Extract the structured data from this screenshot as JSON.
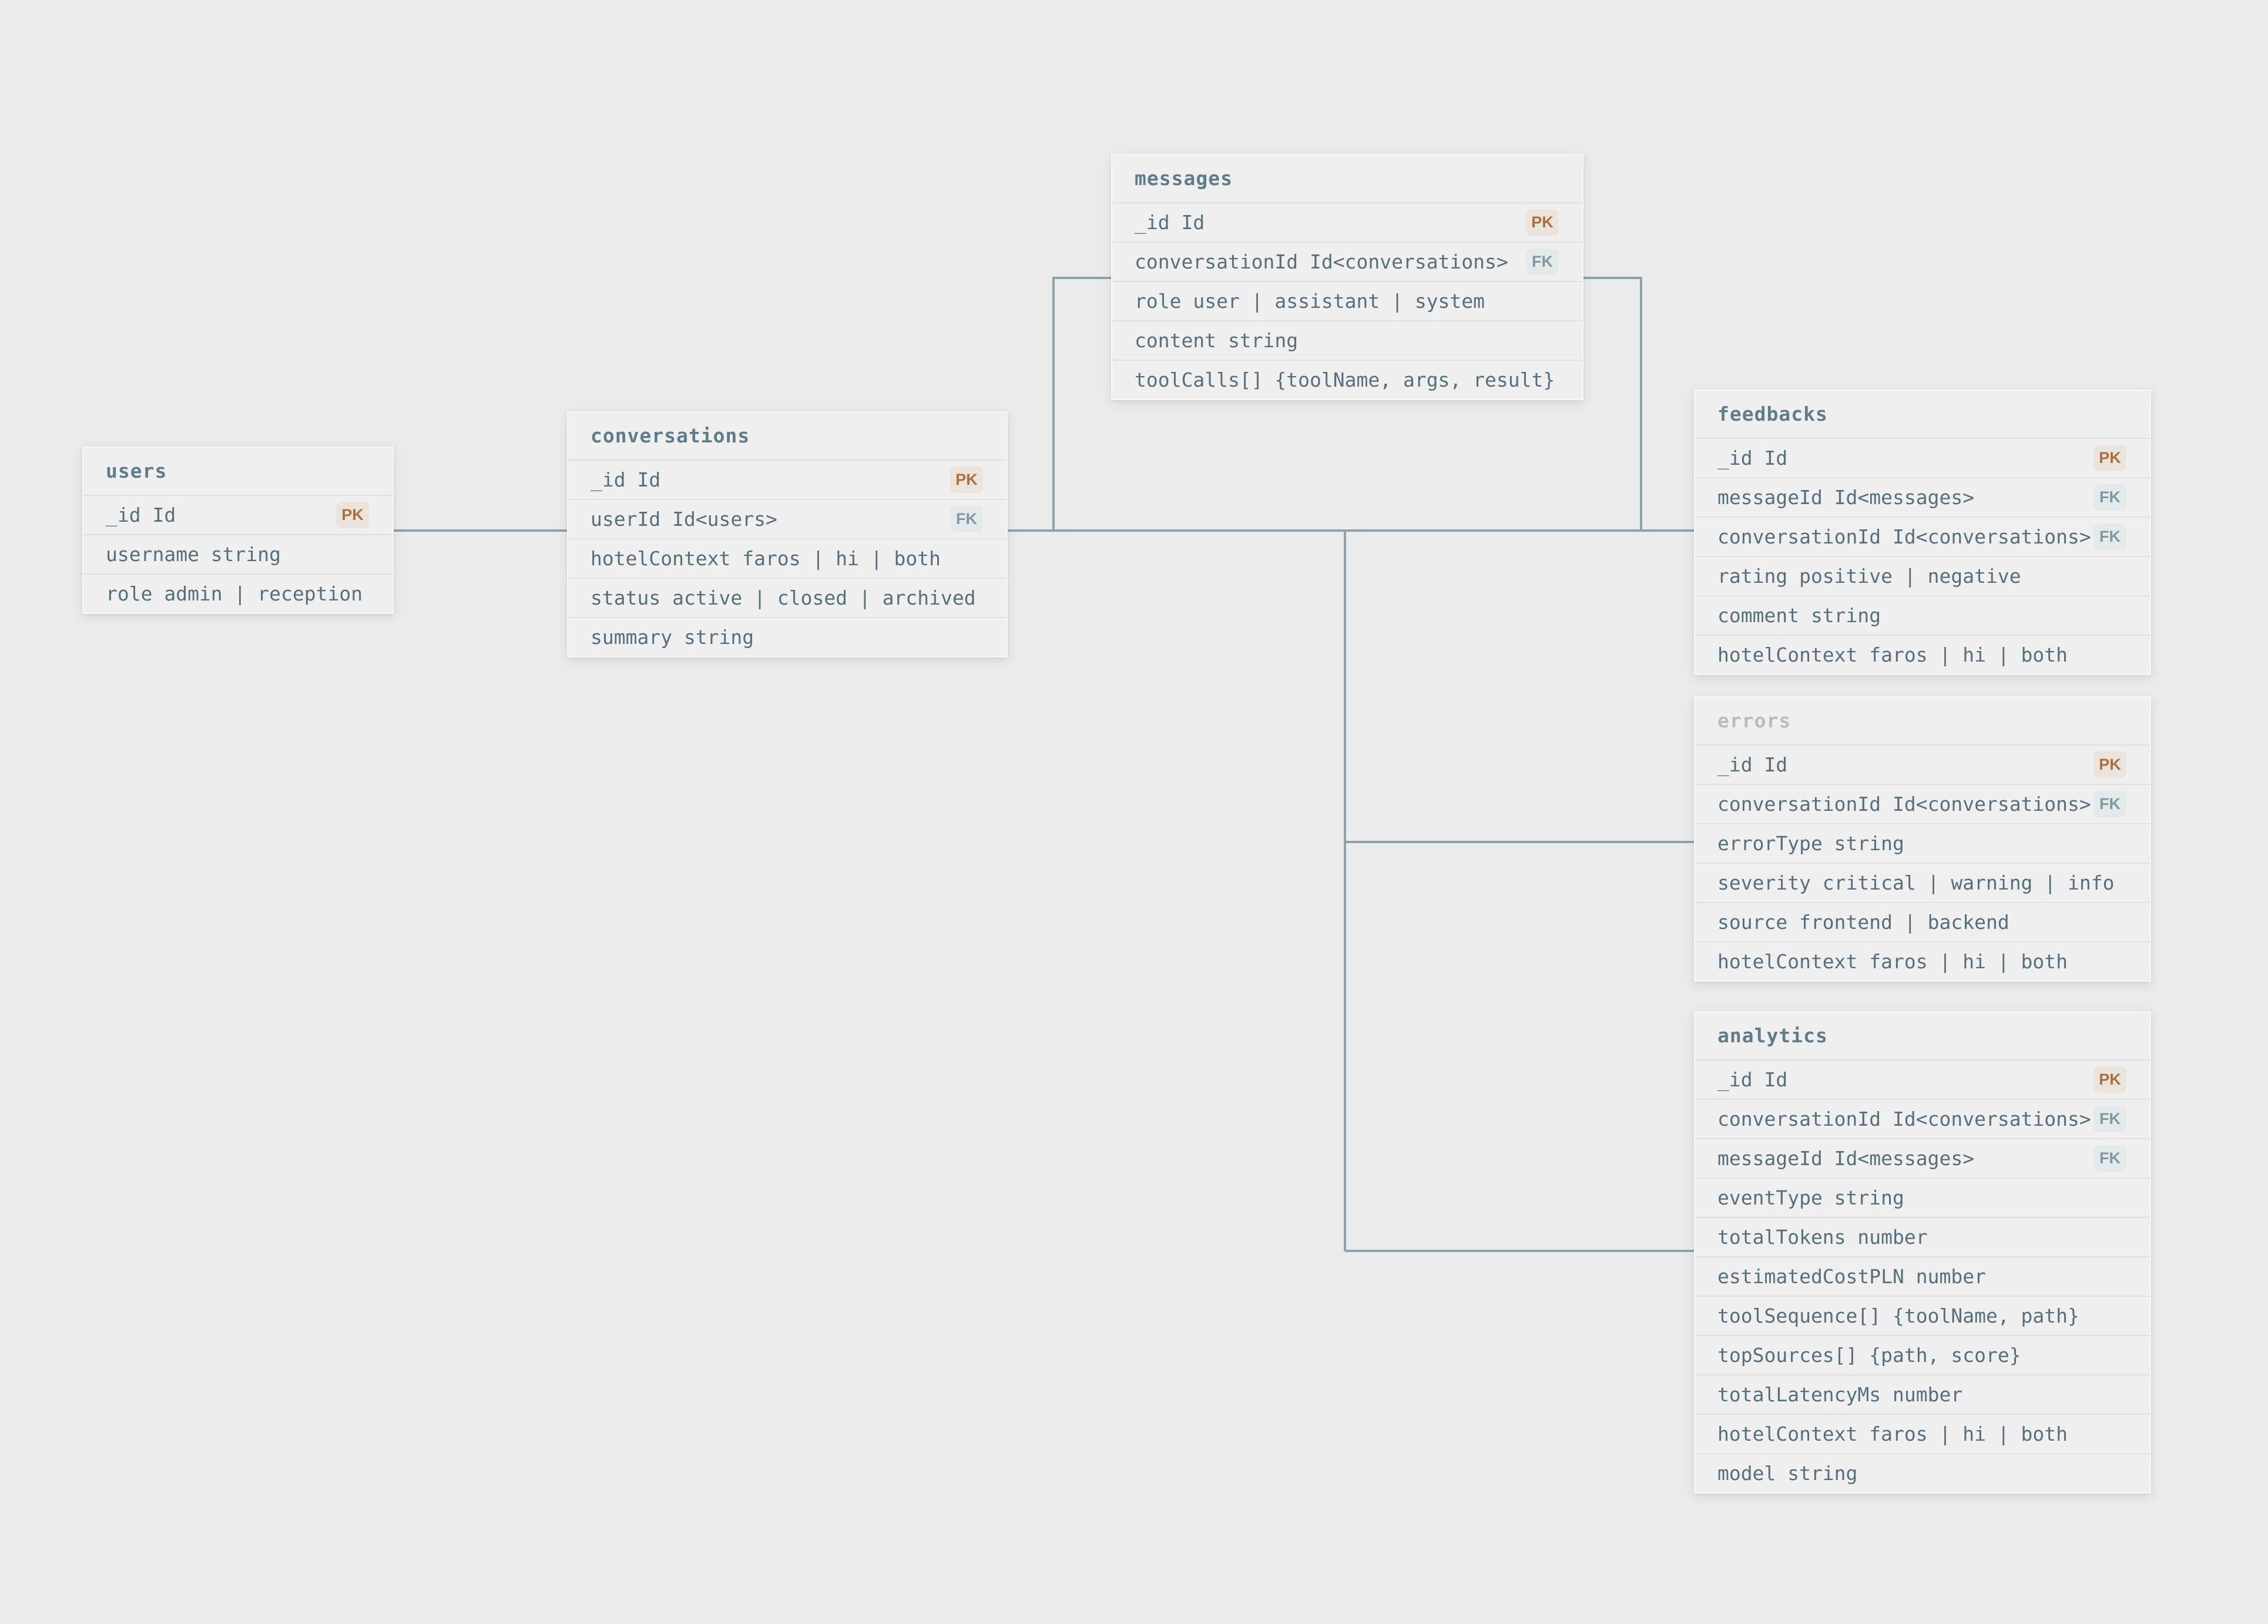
{
  "badges": {
    "pk_label": "PK",
    "fk_label": "FK"
  },
  "colors": {
    "background": "#ebebeb",
    "card": "#efefef",
    "title": "#5e7d89",
    "title_muted": "#b8bcbe",
    "field": "#56707b",
    "pk_text": "#a9713f",
    "pk_bg": "#eae4dd",
    "fk_text": "#7f99a2",
    "fk_bg": "#e4e9e9",
    "wire": "#8da2aa"
  },
  "tables": [
    {
      "title": "users",
      "fields": [
        {
          "text": "_id Id",
          "key": "PK"
        },
        {
          "text": "username string"
        },
        {
          "text": "role admin | reception"
        }
      ]
    },
    {
      "title": "conversations",
      "fields": [
        {
          "text": "_id Id",
          "key": "PK"
        },
        {
          "text": "userId Id<users>",
          "key": "FK"
        },
        {
          "text": "hotelContext faros | hi | both"
        },
        {
          "text": "status active | closed | archived"
        },
        {
          "text": "summary string"
        }
      ]
    },
    {
      "title": "messages",
      "fields": [
        {
          "text": "_id Id",
          "key": "PK"
        },
        {
          "text": "conversationId Id<conversations>",
          "key": "FK"
        },
        {
          "text": "role user | assistant | system"
        },
        {
          "text": "content string"
        },
        {
          "text": "toolCalls[] {toolName, args, result}"
        }
      ]
    },
    {
      "title": "feedbacks",
      "fields": [
        {
          "text": "_id Id",
          "key": "PK"
        },
        {
          "text": "messageId Id<messages>",
          "key": "FK"
        },
        {
          "text": "conversationId Id<conversations>",
          "key": "FK"
        },
        {
          "text": "rating positive | negative"
        },
        {
          "text": "comment string"
        },
        {
          "text": "hotelContext faros | hi | both"
        }
      ]
    },
    {
      "title": "errors",
      "fields": [
        {
          "text": "_id Id",
          "key": "PK"
        },
        {
          "text": "conversationId Id<conversations>",
          "key": "FK"
        },
        {
          "text": "errorType string"
        },
        {
          "text": "severity critical | warning | info"
        },
        {
          "text": "source frontend | backend"
        },
        {
          "text": "hotelContext faros | hi | both"
        }
      ]
    },
    {
      "title": "analytics",
      "fields": [
        {
          "text": "_id Id",
          "key": "PK"
        },
        {
          "text": "conversationId Id<conversations>",
          "key": "FK"
        },
        {
          "text": "messageId Id<messages>",
          "key": "FK"
        },
        {
          "text": "eventType string"
        },
        {
          "text": "totalTokens number"
        },
        {
          "text": "estimatedCostPLN number"
        },
        {
          "text": "toolSequence[] {toolName, path}"
        },
        {
          "text": "topSources[] {path, score}"
        },
        {
          "text": "totalLatencyMs number"
        },
        {
          "text": "hotelContext faros | hi | both"
        },
        {
          "text": "model string"
        }
      ]
    }
  ],
  "relationships": [
    {
      "from": "users",
      "to": "conversations"
    },
    {
      "from": "conversations",
      "to": "messages"
    },
    {
      "from": "conversations",
      "to": "feedbacks"
    },
    {
      "from": "conversations",
      "to": "errors"
    },
    {
      "from": "conversations",
      "to": "analytics"
    }
  ]
}
